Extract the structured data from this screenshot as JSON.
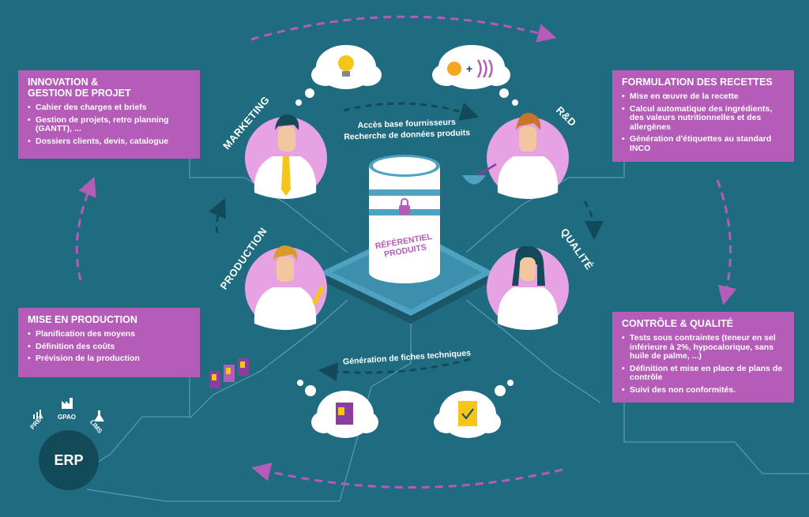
{
  "boxes": {
    "innovation": {
      "title_l1": "INNOVATION &",
      "title_l2": "GESTION DE PROJET",
      "items": [
        "Cahier des charges et briefs",
        "Gestion de projets, retro planning (GANTT), ...",
        "Dossiers clients, devis, catalogue"
      ]
    },
    "formulation": {
      "title": "FORMULATION DES RECETTES",
      "items": [
        "Mise en œuvre de la recette",
        "Calcul automatique des ingrédients, des valeurs nutritionnelles et des allergènes",
        "Génération d'étiquettes au standard INCO"
      ]
    },
    "production": {
      "title": "MISE EN PRODUCTION",
      "items": [
        "Planification des moyens",
        "Définition des coûts",
        "Prévision de la production"
      ]
    },
    "controle": {
      "title": "CONTRÔLE & QUALITÉ",
      "items": [
        "Tests sous contraintes (teneur en sel inférieure à 2%, hypocalorique, sans huile de palme, ...)",
        "Définition et mise en place de plans de contrôle",
        "Suivi des non conformités."
      ]
    }
  },
  "roles": {
    "marketing": "MARKETING",
    "rd": "R&D",
    "production": "PRODUCTION",
    "qualite": "QUALITÉ"
  },
  "flows": {
    "top_l1": "Accès base fournisseurs",
    "top_l2": "Recherche de données produits",
    "bottom": "Génération de fiches techniques"
  },
  "database": {
    "label_l1": "RÉFÉRENTIEL",
    "label_l2": "PRODUITS"
  },
  "erp": {
    "label": "ERP",
    "modules": [
      "PREV",
      "GPAO",
      "LIMS"
    ]
  },
  "colors": {
    "background": "#1f6b80",
    "accent": "#b55bb8",
    "circle": "#e7a2e3",
    "dark": "#134a5a"
  }
}
